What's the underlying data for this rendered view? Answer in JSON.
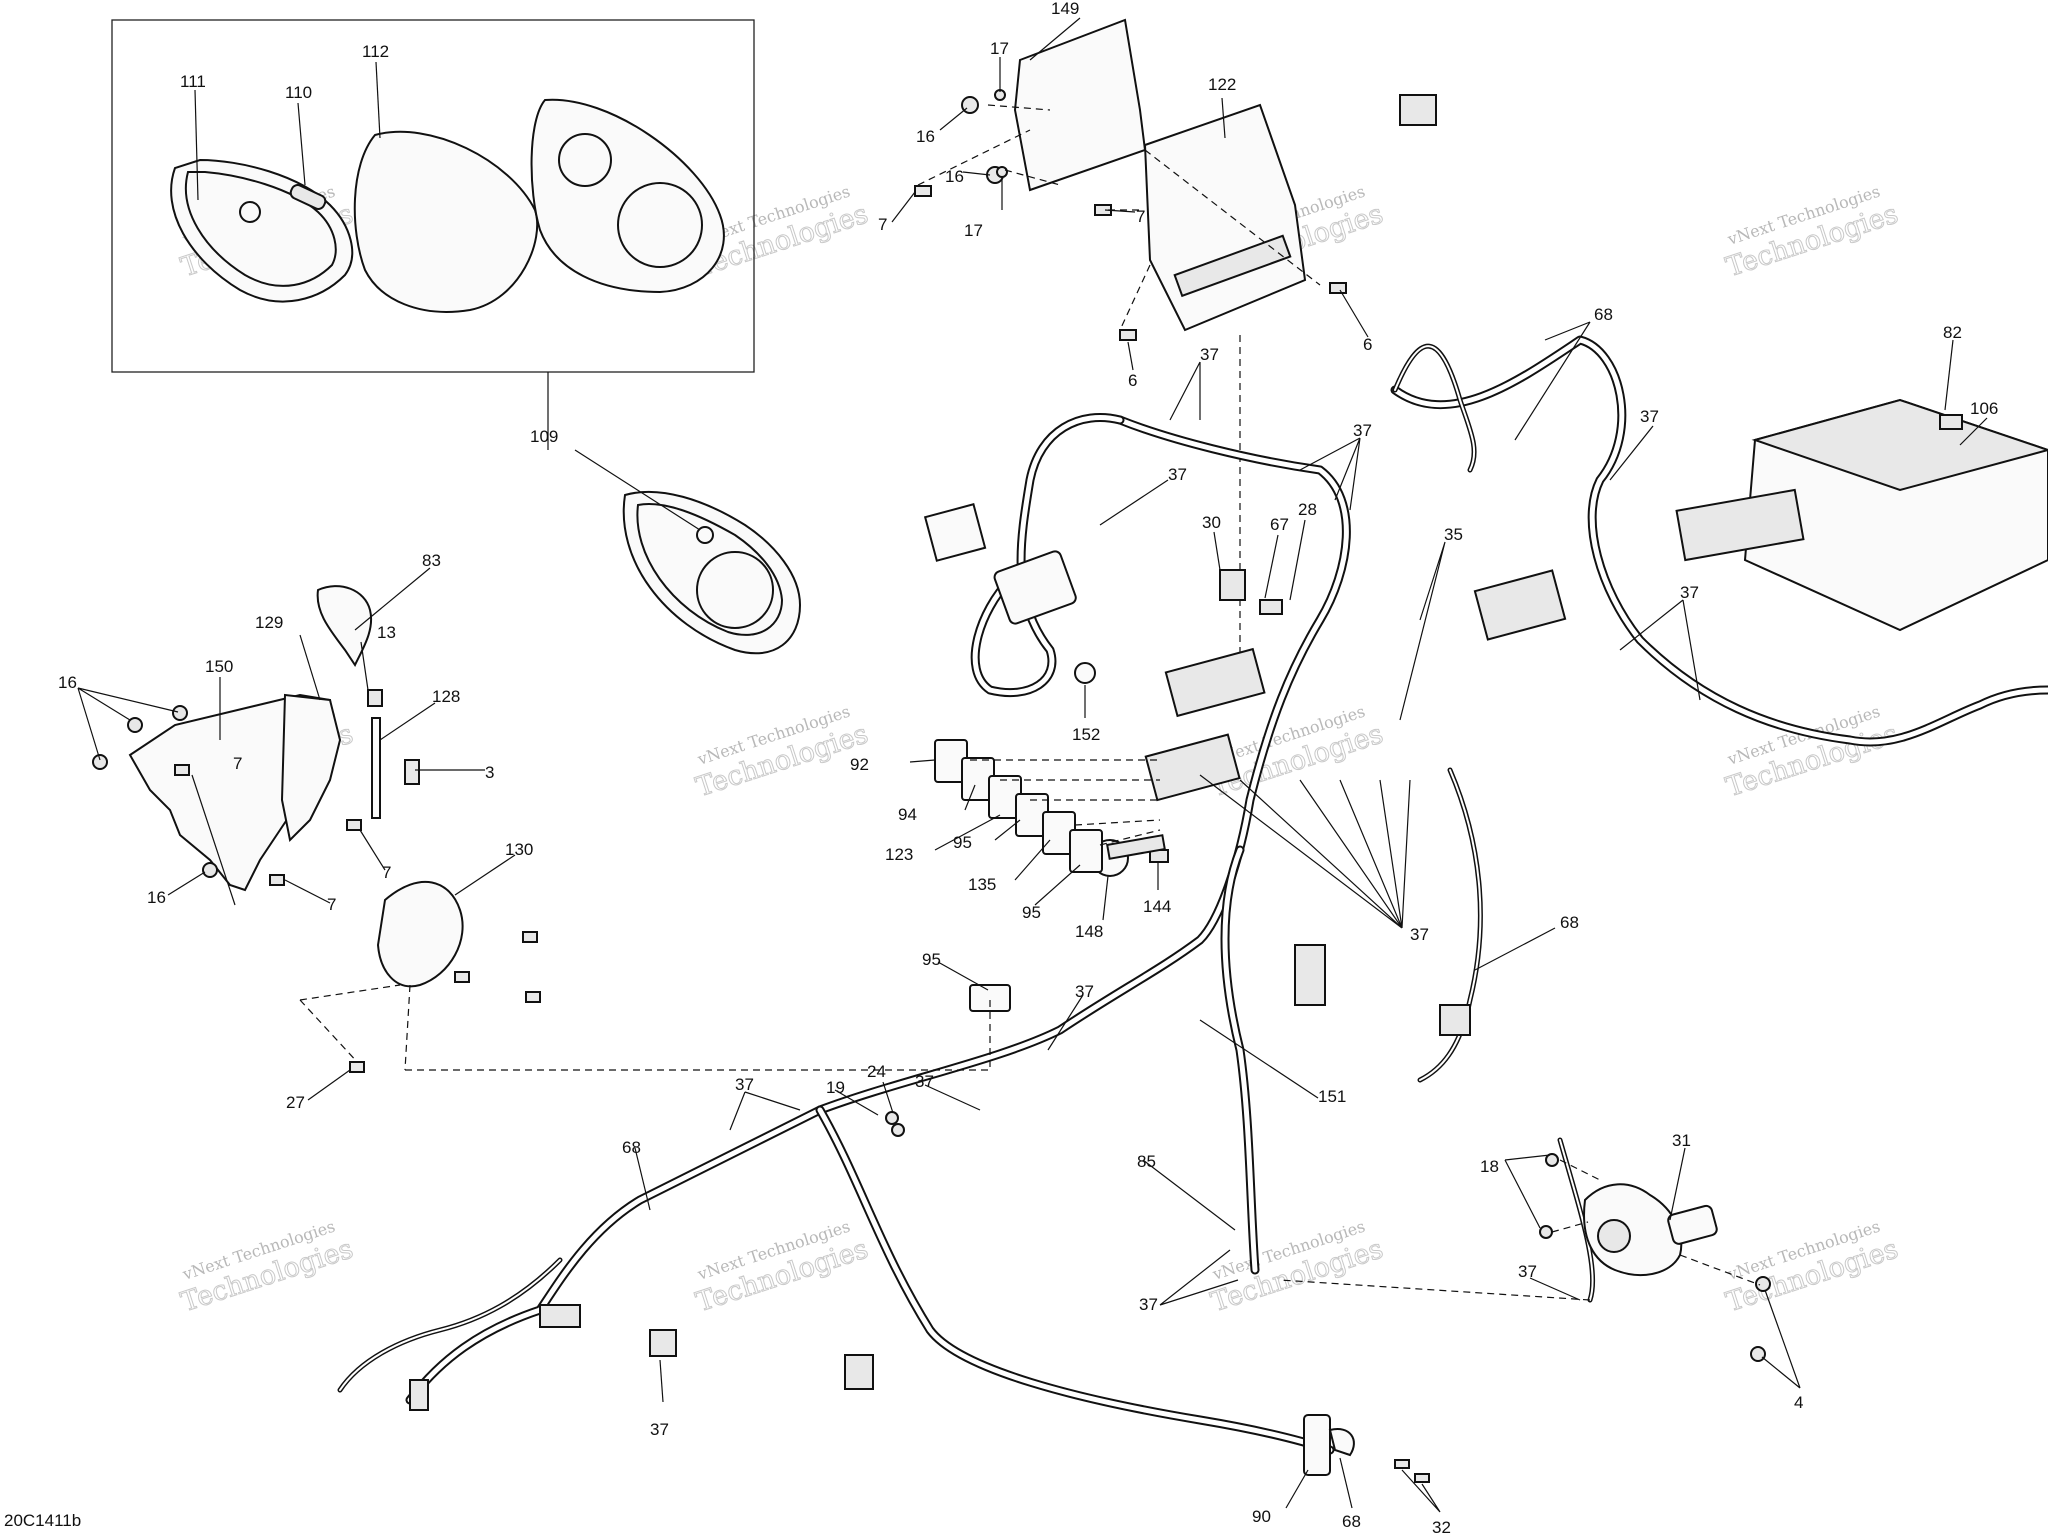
{
  "diagram_code": "20C1411b",
  "watermark": {
    "line1": "vNext Technologies",
    "line2": "Technologies",
    "color": "#c9c9c9"
  },
  "callouts": [
    {
      "id": "c-149",
      "text": "149"
    },
    {
      "id": "c-17a",
      "text": "17"
    },
    {
      "id": "c-16a",
      "text": "16"
    },
    {
      "id": "c-16b",
      "text": "16"
    },
    {
      "id": "c-17b",
      "text": "17"
    },
    {
      "id": "c-7a",
      "text": "7"
    },
    {
      "id": "c-7b",
      "text": "7"
    },
    {
      "id": "c-122",
      "text": "122"
    },
    {
      "id": "c-6a",
      "text": "6"
    },
    {
      "id": "c-6b",
      "text": "6"
    },
    {
      "id": "c-111",
      "text": "111"
    },
    {
      "id": "c-110",
      "text": "110"
    },
    {
      "id": "c-112",
      "text": "112"
    },
    {
      "id": "c-109",
      "text": "109"
    },
    {
      "id": "c-68a",
      "text": "68"
    },
    {
      "id": "c-82",
      "text": "82"
    },
    {
      "id": "c-106",
      "text": "106"
    },
    {
      "id": "c-37a",
      "text": "37"
    },
    {
      "id": "c-37b",
      "text": "37"
    },
    {
      "id": "c-37c",
      "text": "37"
    },
    {
      "id": "c-37d",
      "text": "37"
    },
    {
      "id": "c-30",
      "text": "30"
    },
    {
      "id": "c-67",
      "text": "67"
    },
    {
      "id": "c-28",
      "text": "28"
    },
    {
      "id": "c-35",
      "text": "35"
    },
    {
      "id": "c-37e",
      "text": "37"
    },
    {
      "id": "c-83",
      "text": "83"
    },
    {
      "id": "c-129",
      "text": "129"
    },
    {
      "id": "c-13",
      "text": "13"
    },
    {
      "id": "c-128",
      "text": "128"
    },
    {
      "id": "c-3",
      "text": "3"
    },
    {
      "id": "c-150",
      "text": "150"
    },
    {
      "id": "c-16c",
      "text": "16"
    },
    {
      "id": "c-7c",
      "text": "7"
    },
    {
      "id": "c-7d",
      "text": "7"
    },
    {
      "id": "c-7e",
      "text": "7"
    },
    {
      "id": "c-16d",
      "text": "16"
    },
    {
      "id": "c-130",
      "text": "130"
    },
    {
      "id": "c-152",
      "text": "152"
    },
    {
      "id": "c-92",
      "text": "92"
    },
    {
      "id": "c-94",
      "text": "94"
    },
    {
      "id": "c-123",
      "text": "123"
    },
    {
      "id": "c-95a",
      "text": "95"
    },
    {
      "id": "c-135",
      "text": "135"
    },
    {
      "id": "c-95b",
      "text": "95"
    },
    {
      "id": "c-148",
      "text": "148"
    },
    {
      "id": "c-144",
      "text": "144"
    },
    {
      "id": "c-37f",
      "text": "37"
    },
    {
      "id": "c-68b",
      "text": "68"
    },
    {
      "id": "c-95c",
      "text": "95"
    },
    {
      "id": "c-37g",
      "text": "37"
    },
    {
      "id": "c-151",
      "text": "151"
    },
    {
      "id": "c-27",
      "text": "27"
    },
    {
      "id": "c-37h",
      "text": "37"
    },
    {
      "id": "c-19",
      "text": "19"
    },
    {
      "id": "c-24",
      "text": "24"
    },
    {
      "id": "c-37i",
      "text": "37"
    },
    {
      "id": "c-68c",
      "text": "68"
    },
    {
      "id": "c-85",
      "text": "85"
    },
    {
      "id": "c-37j",
      "text": "37"
    },
    {
      "id": "c-18",
      "text": "18"
    },
    {
      "id": "c-31",
      "text": "31"
    },
    {
      "id": "c-37k",
      "text": "37"
    },
    {
      "id": "c-4",
      "text": "4"
    },
    {
      "id": "c-37l",
      "text": "37"
    },
    {
      "id": "c-90",
      "text": "90"
    },
    {
      "id": "c-68d",
      "text": "68"
    },
    {
      "id": "c-32",
      "text": "32"
    }
  ]
}
